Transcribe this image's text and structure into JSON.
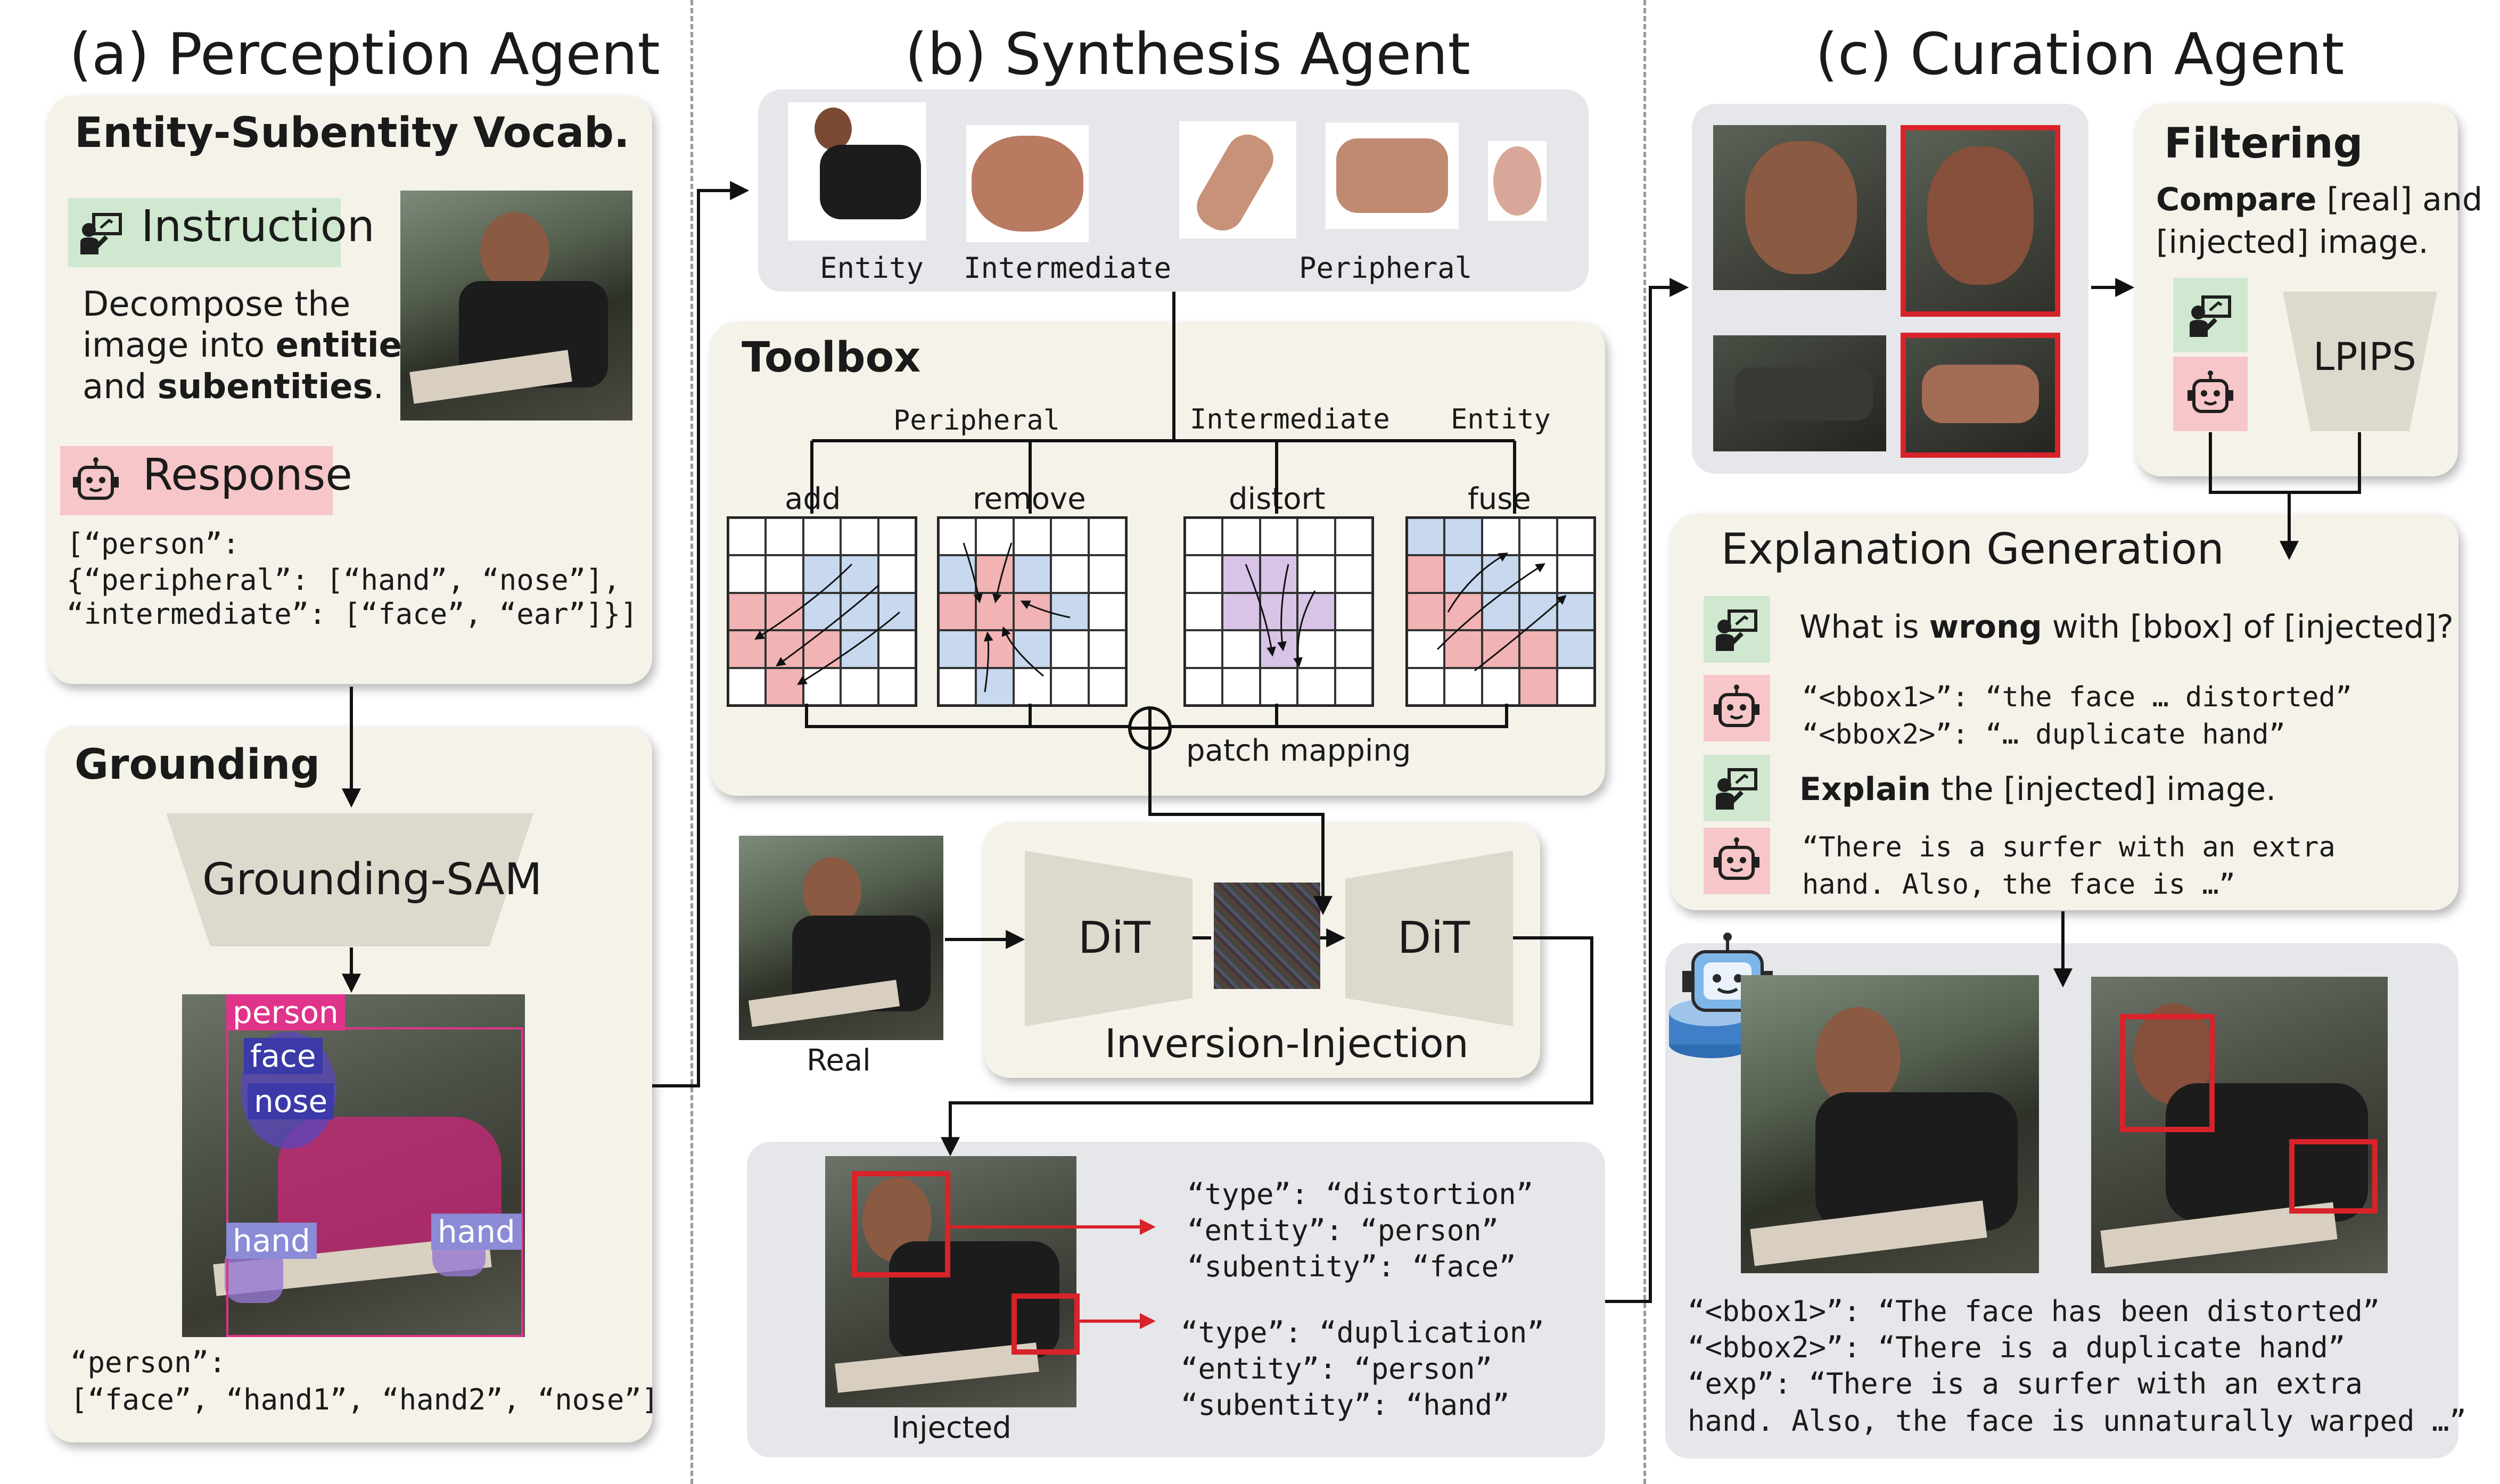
{
  "panels": {
    "a_title": "(a) Perception Agent",
    "b_title": "(b) Synthesis Agent",
    "c_title": "(c) Curation Agent"
  },
  "perception": {
    "vocab_title": "Entity-Subentity Vocab.",
    "instruction_label": "Instruction",
    "instruction_line1": "Decompose the",
    "instruction_line2_pre": "image into ",
    "instruction_line2_bold": "entities",
    "instruction_line3_pre": "and ",
    "instruction_line3_bold": "subentities",
    "instruction_line3_post": ".",
    "response_label": "Response",
    "response_line1": "[“person”:",
    "response_line2": "{“peripheral”: [“hand”, “nose”],",
    "response_line3": "“intermediate”: [“face”, “ear”]}]",
    "grounding_title": "Grounding",
    "grounding_model": "Grounding-SAM",
    "seg_person": "person",
    "seg_face": "face",
    "seg_nose": "nose",
    "seg_hand1": "hand",
    "seg_hand2": "hand",
    "grounding_out1": "“person”:",
    "grounding_out2": "[“face”, “hand1”, “hand2”, “nose”]"
  },
  "synthesis": {
    "crop_entity": "Entity",
    "crop_intermediate": "Intermediate",
    "crop_peripheral": "Peripheral",
    "toolbox_title": "Toolbox",
    "branch_peripheral": "Peripheral",
    "branch_intermediate": "Intermediate",
    "branch_entity": "Entity",
    "op_add": "add",
    "op_remove": "remove",
    "op_distort": "distort",
    "op_fuse": "fuse",
    "patch_mapping": "patch mapping",
    "real_label": "Real",
    "dit1": "DiT",
    "dit2": "DiT",
    "inversion": "Inversion-Injection",
    "injected_label": "Injected",
    "meta1_line1": "“type”: “distortion”",
    "meta1_line2": "“entity”: “person”",
    "meta1_line3": "“subentity”: “face”",
    "meta2_line1": "“type”: “duplication”",
    "meta2_line2": "“entity”: “person”",
    "meta2_line3": "“subentity”: “hand”"
  },
  "curation": {
    "filtering_title": "Filtering",
    "filtering_bold": "Compare",
    "filtering_line1_rest": " [real] and",
    "filtering_line2": "[injected] image.",
    "lpips": "LPIPS",
    "explanation_title": "Explanation Generation",
    "q1_pre": "What is ",
    "q1_bold": "wrong",
    "q1_post": " with [bbox] of [injected]?",
    "a1_line1": "“<bbox1>”: “the face … distorted”",
    "a1_line2": "“<bbox2>”: “… duplicate hand”",
    "q2_bold": "Explain",
    "q2_post": " the [injected] image.",
    "a2_line1": "“There is a surfer with an extra",
    "a2_line2": "hand. Also, the face is …”",
    "out_line1": "“<bbox1>”: “The face has been distorted”",
    "out_line2": "“<bbox2>”: “There is a duplicate hand”",
    "out_line3": "“exp”: “There is a surfer with an extra",
    "out_line4": "hand. Also, the face is unnaturally warped …”"
  },
  "colors": {
    "green_tag": "#cfe8cf",
    "pink_tag": "#f6c6c8",
    "red_box": "#d8232a",
    "grid_red": "#f2b3b5",
    "grid_blue": "#c7d8ef",
    "grid_purple": "#d9c4e8",
    "seg_person": "#e0338a",
    "seg_face": "#3b3aa8",
    "seg_hand": "#8b8bd6"
  }
}
